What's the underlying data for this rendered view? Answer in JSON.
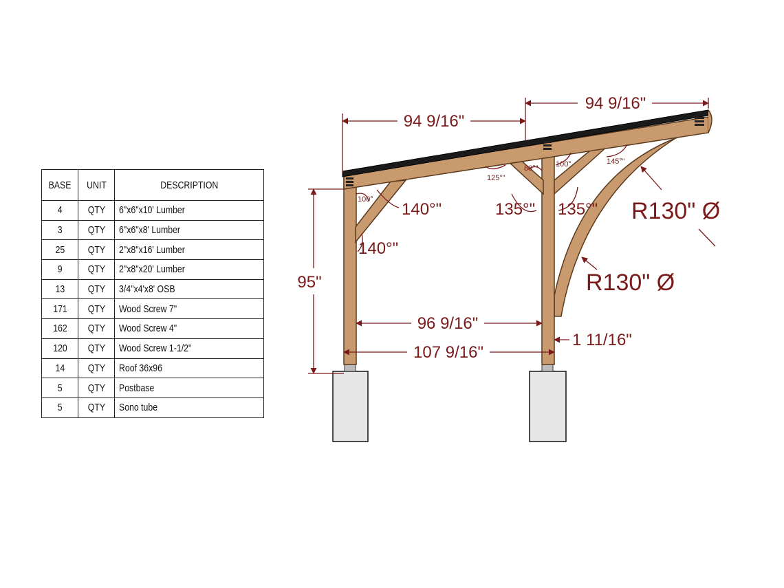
{
  "table": {
    "headers": [
      "BASE",
      "UNIT",
      "DESCRIPTION"
    ],
    "rows": [
      {
        "base": "4",
        "unit": "QTY",
        "description": "6\"x6\"x10' Lumber"
      },
      {
        "base": "3",
        "unit": "QTY",
        "description": "6\"x6\"x8' Lumber"
      },
      {
        "base": "25",
        "unit": "QTY",
        "description": "2\"x8\"x16' Lumber"
      },
      {
        "base": "9",
        "unit": "QTY",
        "description": "2\"x8\"x20' Lumber"
      },
      {
        "base": "13",
        "unit": "QTY",
        "description": "3/4\"x4'x8' OSB"
      },
      {
        "base": "171",
        "unit": "QTY",
        "description": "Wood Screw 7\""
      },
      {
        "base": "162",
        "unit": "QTY",
        "description": "Wood Screw 4\""
      },
      {
        "base": "120",
        "unit": "QTY",
        "description": "Wood Screw 1-1/2\""
      },
      {
        "base": "14",
        "unit": "QTY",
        "description": "Roof 36x96"
      },
      {
        "base": "5",
        "unit": "QTY",
        "description": "Postbase"
      },
      {
        "base": "5",
        "unit": "QTY",
        "description": "Sono tube"
      }
    ]
  },
  "dimensions": {
    "top_left_span": "94 9/16\"",
    "top_right_span": "94 9/16\"",
    "post_height": "95\"",
    "inner_span": "96 9/16\"",
    "outer_span": "107 9/16\"",
    "offset": "1 11/16\"",
    "radius_outer": "R130\" Ø",
    "radius_inner": "R130\" Ø"
  },
  "angles": {
    "left_brace_top": "140°\"",
    "left_brace_bottom": "140°\"",
    "left_small": "100°",
    "middle_left": "135°\"",
    "middle_right": "135°\"",
    "middle_small_left": "125°\"",
    "middle_small_top": "80°\"",
    "right_small": "100°",
    "right_curve": "145°\""
  },
  "colors": {
    "wood": "#c99a6e",
    "wood_edge": "#5a3a1e",
    "roof": "#1a1a1a",
    "dimension": "#7a1a1a",
    "concrete": "#e6e6e6"
  }
}
